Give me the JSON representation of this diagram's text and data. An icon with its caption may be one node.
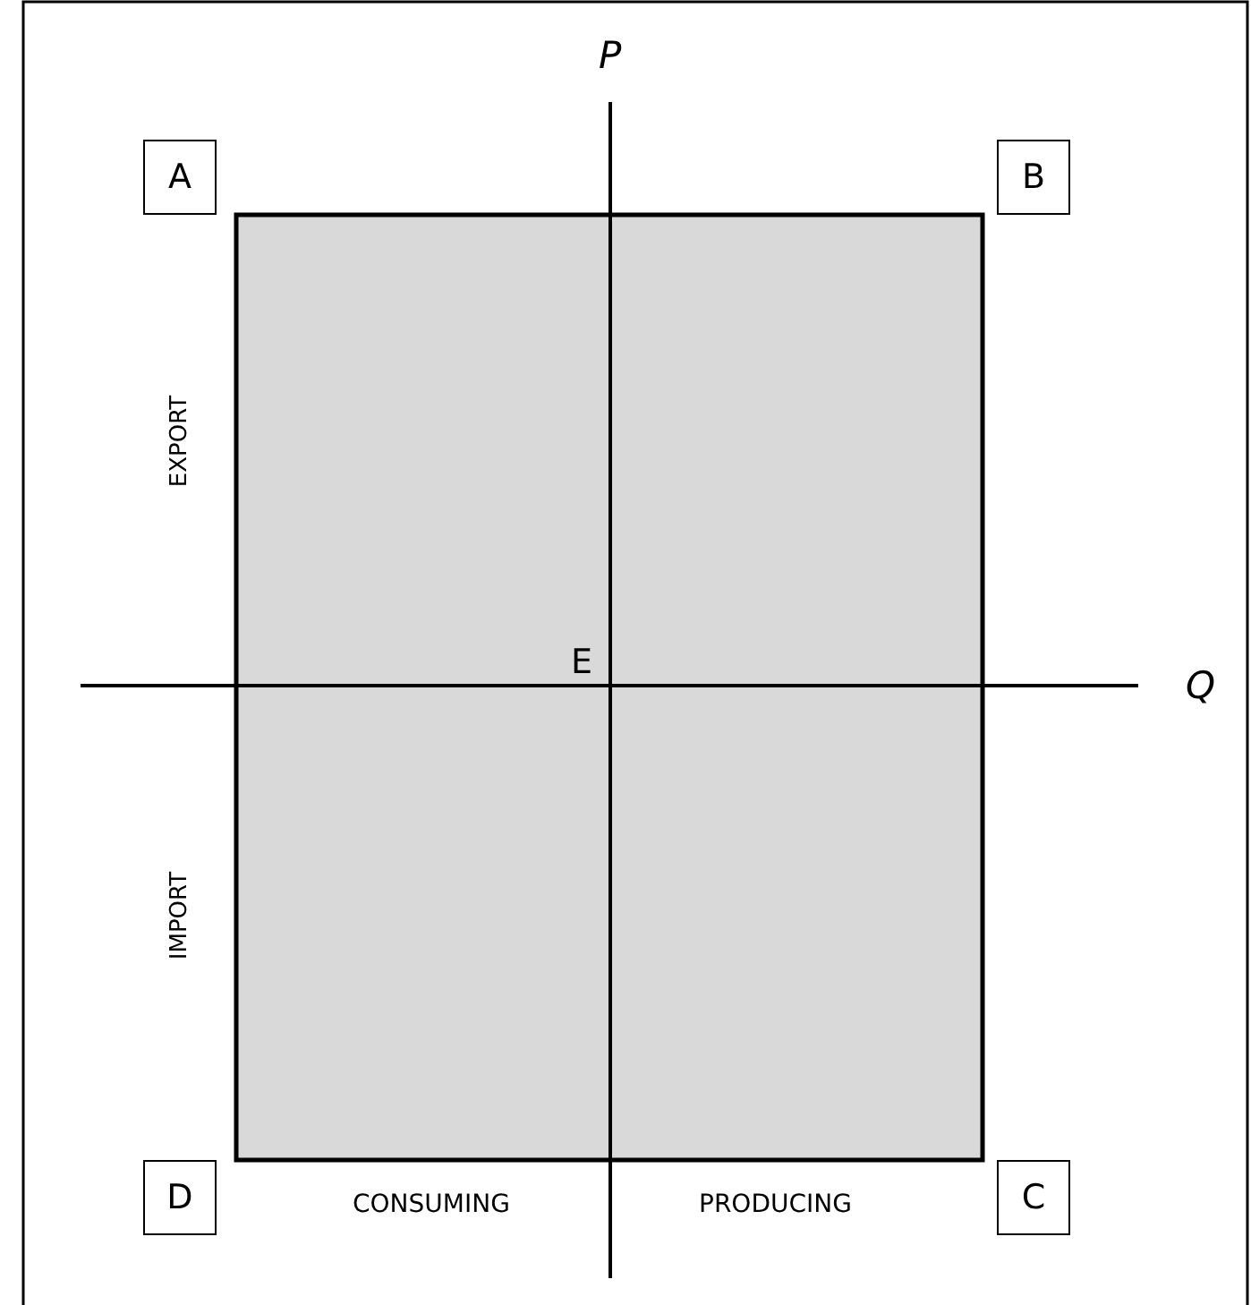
{
  "diagram": {
    "nodes": [
      {
        "text": [
          "A"
        ]
      },
      {
        "text": [
          "B"
        ]
      },
      {
        "text": [
          "D"
        ]
      },
      {
        "text": [
          "C"
        ]
      }
    ],
    "labels": [
      "P",
      "E",
      "Q",
      "EXPORT",
      "IMPORT",
      "CONSUMING",
      "PRODUCING"
    ]
  }
}
